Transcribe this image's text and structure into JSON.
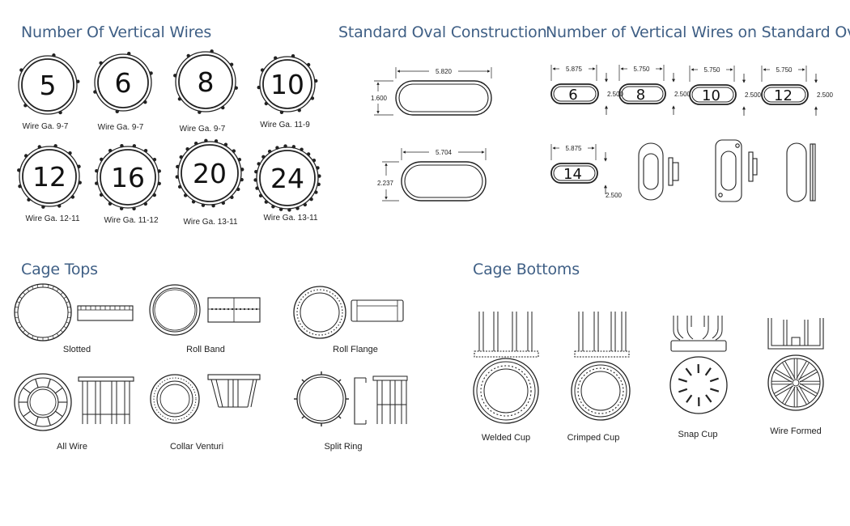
{
  "sections": {
    "wires_title": "Number Of Vertical Wires",
    "oval_title": "Standard Oval Construction",
    "oval_wires_title": "Number of Vertical Wires on Standard Oval",
    "tops_title": "Cage Tops",
    "bottoms_title": "Cage Bottoms"
  },
  "round_wires": [
    {
      "count": "5",
      "gauge": "Wire Ga.  9-7"
    },
    {
      "count": "6",
      "gauge": "Wire Ga.  9-7"
    },
    {
      "count": "8",
      "gauge": "Wire Ga.  9-7"
    },
    {
      "count": "10",
      "gauge": "Wire Ga.  11-9"
    },
    {
      "count": "12",
      "gauge": "Wire Ga.  12-11"
    },
    {
      "count": "16",
      "gauge": "Wire Ga.  11-12"
    },
    {
      "count": "20",
      "gauge": "Wire Ga.  13-11"
    },
    {
      "count": "24",
      "gauge": "Wire Ga.  13-11"
    }
  ],
  "oval_construction": [
    {
      "width": "5.820",
      "height": "1.600"
    },
    {
      "width": "5.704",
      "height": "2.237"
    }
  ],
  "oval_wires": [
    {
      "count": "6",
      "width": "5.875",
      "height": "2.500"
    },
    {
      "count": "8",
      "width": "5.750",
      "height": "2.500"
    },
    {
      "count": "10",
      "width": "5.750",
      "height": "2.500"
    },
    {
      "count": "12",
      "width": "5.750",
      "height": "2.500"
    },
    {
      "count": "14",
      "width": "5.875",
      "height": "2.500"
    }
  ],
  "cage_tops": [
    "Slotted",
    "Roll Band",
    "Roll Flange",
    "All Wire",
    "Collar Venturi",
    "Split Ring"
  ],
  "cage_bottoms": [
    "Welded Cup",
    "Crimped Cup",
    "Snap Cup",
    "Wire Formed"
  ],
  "colors": {
    "heading": "#3f5f85",
    "line": "#222222"
  }
}
